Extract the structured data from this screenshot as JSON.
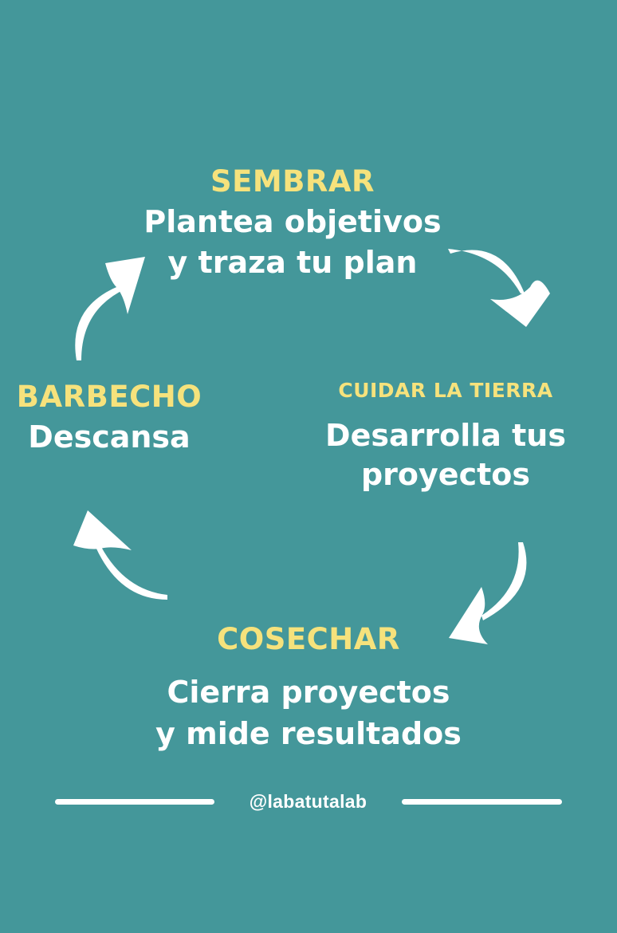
{
  "colors": {
    "background": "#44979a",
    "title": "#f6e27c",
    "text": "#ffffff"
  },
  "stages": [
    {
      "title": "SEMBRAR",
      "lines": [
        "Plantea objetivos",
        "y traza tu plan"
      ]
    },
    {
      "title": "CUIDAR LA TIERRA",
      "lines": [
        "Desarrolla tus",
        "proyectos"
      ]
    },
    {
      "title": "COSECHAR",
      "lines": [
        "Cierra proyectos",
        "y mide resultados"
      ]
    },
    {
      "title": "BARBECHO",
      "lines": [
        "Descansa"
      ]
    }
  ],
  "footer": {
    "handle": "@labatutalab"
  },
  "icons": [
    "arrow-curved-right-down-icon",
    "arrow-curved-down-left-icon",
    "arrow-curved-left-up-icon",
    "arrow-curved-up-right-icon"
  ]
}
